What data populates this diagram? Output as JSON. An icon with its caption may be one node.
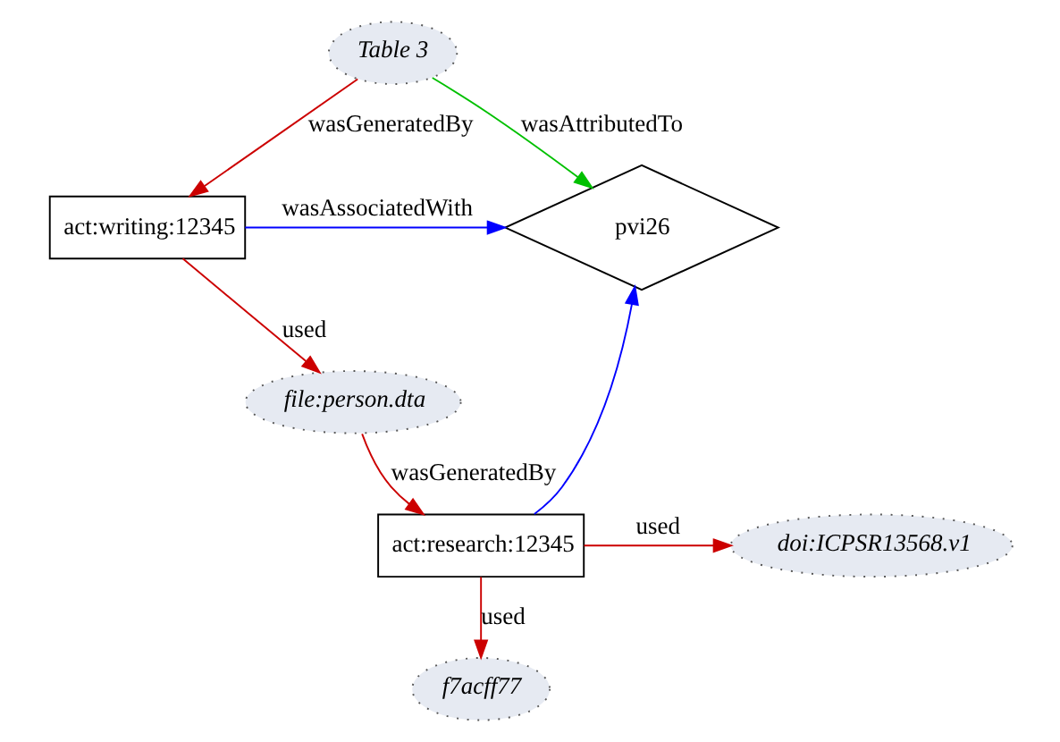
{
  "diagram": {
    "nodes": [
      {
        "text": [
          "Table 3"
        ]
      },
      {
        "text": [
          "act:writing:12345"
        ]
      },
      {
        "text": [
          "pvi26"
        ]
      },
      {
        "text": [
          "file:person.dta"
        ]
      },
      {
        "text": [
          "act:research:12345"
        ]
      },
      {
        "text": [
          "doi:ICPSR13568.v1"
        ]
      },
      {
        "text": [
          "f7acff77"
        ]
      }
    ],
    "edges": [
      {
        "from": 0,
        "to": 1,
        "arrow": "to",
        "label": "wasGeneratedBy"
      },
      {
        "from": 0,
        "to": 2,
        "arrow": "to",
        "label": "wasAttributedTo",
        "color": "#00c000"
      },
      {
        "from": 1,
        "to": 2,
        "arrow": "to",
        "label": "wasAssociatedWith",
        "color": "#0000ff"
      },
      {
        "from": 1,
        "to": 3,
        "arrow": "to",
        "label": "used"
      },
      {
        "from": 3,
        "to": 4,
        "arrow": "to",
        "label": "wasGeneratedBy"
      },
      {
        "from": 4,
        "to": 2,
        "arrow": "to",
        "color": "#0000ff"
      },
      {
        "from": 4,
        "to": 5,
        "arrow": "to",
        "label": "used"
      },
      {
        "from": 4,
        "to": 6,
        "arrow": "to",
        "label": "used"
      }
    ]
  }
}
